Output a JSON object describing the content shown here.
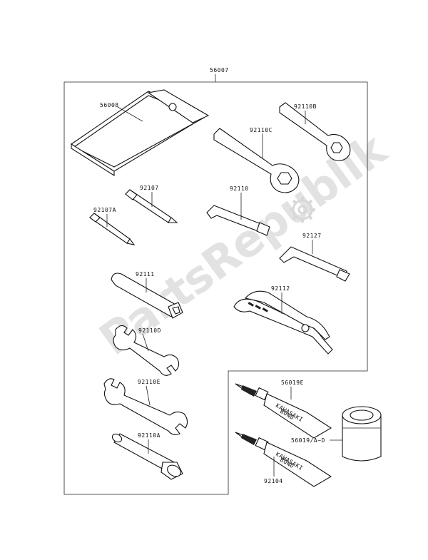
{
  "watermark": {
    "text": "PartsRepublik",
    "icon": "gear-icon"
  },
  "assembly": {
    "label": "56007"
  },
  "parts": {
    "pouch": "56008",
    "wrench_92110b": "92110B",
    "wrench_92110c": "92110C",
    "driver_92107": "92107",
    "driver_92107a": "92107A",
    "hex_92110": "92110",
    "hex_92127": "92127",
    "handle_92111": "92111",
    "pliers_92112": "92112",
    "openwrench_92110d": "92110D",
    "openwrench_92110e": "92110E",
    "socket_92110a": "92110A",
    "tube_56019e": "56019E",
    "tube_92104": "92104",
    "can_56019a": "56019/A~D"
  },
  "tube_print": {
    "brand": "KAWASAKI",
    "product": "BOND"
  },
  "colors": {
    "line": "#111111",
    "watermark": "#e2e2e2",
    "background": "#ffffff"
  }
}
